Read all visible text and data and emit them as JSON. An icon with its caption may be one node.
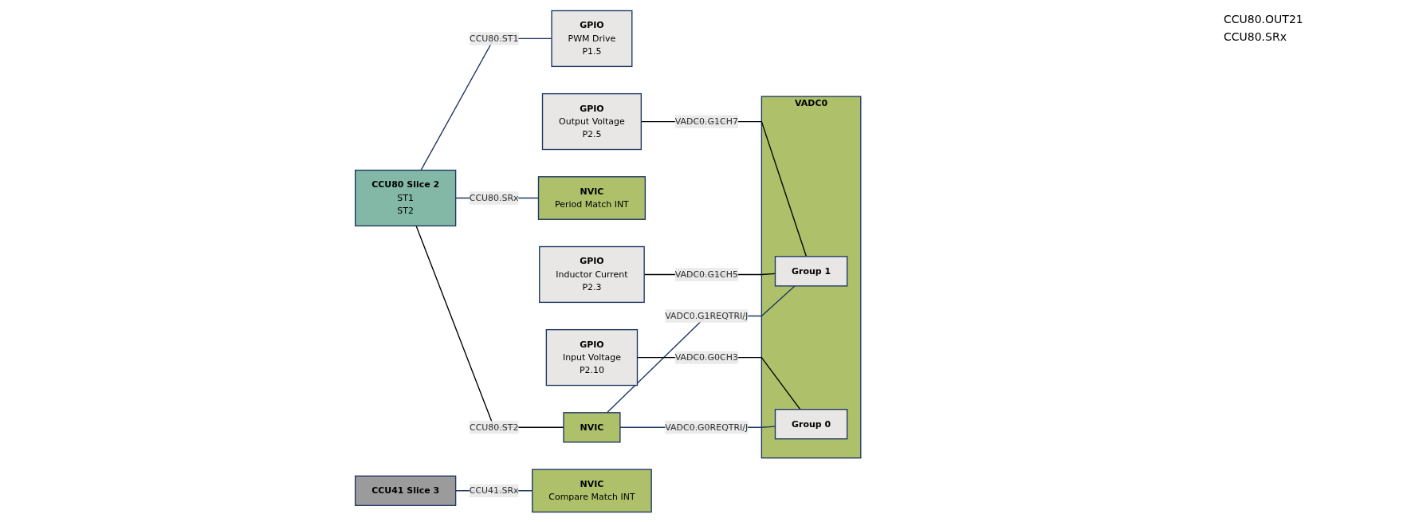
{
  "diagram": {
    "nodes": [
      {
        "text": [
          "CCU80 Slice 2",
          "ST1",
          "ST2"
        ]
      },
      {
        "text": [
          "GPIO",
          "PWM Drive",
          "P1.5"
        ]
      },
      {
        "text": [
          "NVIC"
        ]
      },
      {
        "text": [
          "NVIC",
          "Period Match INT"
        ]
      },
      {
        "text": [
          "GPIO",
          "Inductor Current",
          "P2.3"
        ]
      },
      {
        "text": [
          "GPIO",
          "Output Voltage",
          "P2.5"
        ]
      },
      {
        "text": [
          "VADC0"
        ]
      },
      {
        "text": [
          "Group 1"
        ],
        "in": 6
      },
      {
        "text": [
          "Group 0"
        ],
        "in": 6
      },
      {
        "text": [
          "GPIO",
          "Input Voltage",
          "P2.10"
        ]
      },
      {
        "text": [
          "CCU41 Slice 3"
        ]
      },
      {
        "text": [
          "NVIC",
          "Compare Match INT"
        ]
      }
    ],
    "edges": [
      {
        "from": 0,
        "to": 1,
        "arrow": "none",
        "label": "CCU80.ST1"
      },
      {
        "from": 0,
        "to": 3,
        "arrow": "none",
        "label": "CCU80.SRx"
      },
      {
        "from": 0,
        "to": 2,
        "arrow": "none",
        "label": "CCU80.ST2",
        "color": "#000000"
      },
      {
        "from": 2,
        "to": 7,
        "arrow": "none",
        "label": "VADC0.G1REQTRI/J"
      },
      {
        "from": 2,
        "to": 8,
        "arrow": "none",
        "label": "VADC0.G0REQTRI/J"
      },
      {
        "from": 4,
        "to": 7,
        "arrow": "none",
        "label": "VADC0.G1CH5",
        "color": "#000000"
      },
      {
        "from": 5,
        "to": 7,
        "arrow": "none",
        "label": "VADC0.G1CH7",
        "color": "#000000"
      },
      {
        "from": 9,
        "to": 8,
        "arrow": "none",
        "label": "VADC0.G0CH3",
        "color": "#000000"
      },
      {
        "from": 10,
        "to": 11,
        "arrow": "none",
        "label": "CCU41.SRx"
      }
    ],
    "labels": [
      "CCU80.OUT21",
      "CCU80.SRx"
    ]
  }
}
